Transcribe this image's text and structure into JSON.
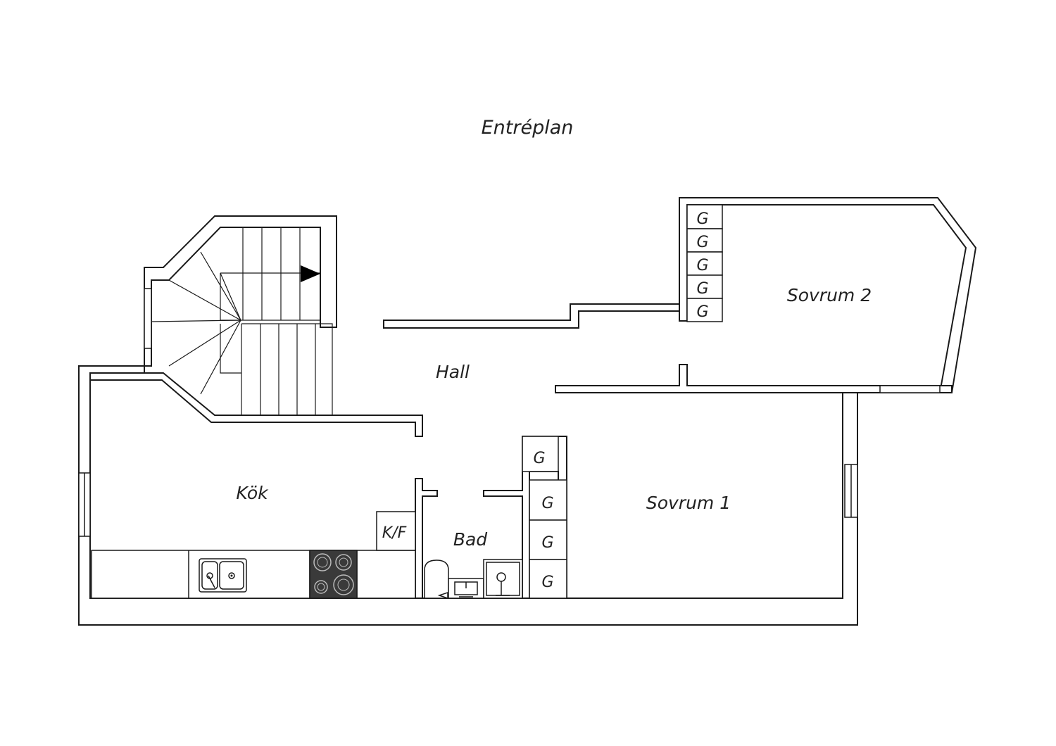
{
  "title": "Entréplan",
  "rooms": {
    "hall": "Hall",
    "kitchen": "Kök",
    "bath": "Bad",
    "bedroom1": "Sovrum 1",
    "bedroom2": "Sovrum 2",
    "fridge": "K/F",
    "wardrobe": "G"
  },
  "colors": {
    "line": "#1a1a1a",
    "cooktop": "#3a3a3a",
    "text": "#222222"
  }
}
